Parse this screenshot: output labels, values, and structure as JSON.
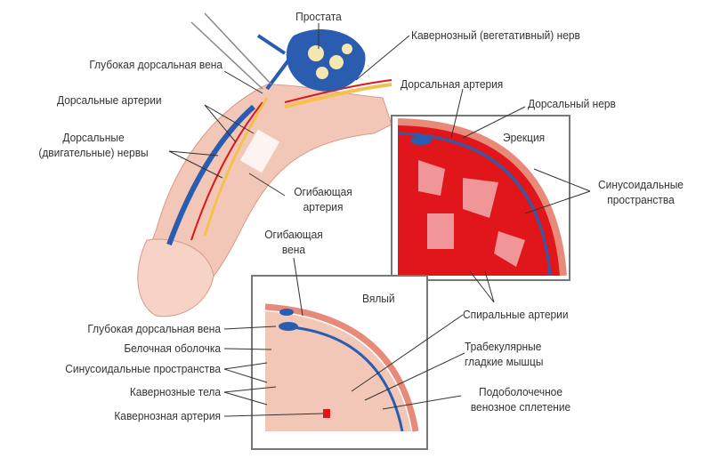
{
  "labels": {
    "prostate": "Простата",
    "cavernous_nerve": "Кавернозный (вегетативный) нерв",
    "deep_dorsal_vein_top": "Глубокая дорсальная вена",
    "dorsal_artery": "Дорсальная артерия",
    "dorsal_nerve": "Дорсальный нерв",
    "dorsal_arteries": "Дорсальные артерии",
    "erection": "Эрекция",
    "dorsal_nerves_1": "Дорсальные",
    "dorsal_nerves_2": "(двигательные) нервы",
    "sinusoid_top_1": "Синусоидальные",
    "sinusoid_top_2": "пространства",
    "circumflex_artery_1": "Огибающая",
    "circumflex_artery_2": "артерия",
    "circumflex_vein_1": "Огибающая",
    "circumflex_vein_2": "вена",
    "flaccid": "Вялый",
    "deep_dorsal_vein_bottom": "Глубокая дорсальная вена",
    "tunica": "Белочная оболочка",
    "sinusoid_bottom": "Синусоидальные пространства",
    "cavernous_bodies": "Кавернозные тела",
    "cavernous_artery": "Кавернозная артерия",
    "helicine_arteries": "Спиральные артерии",
    "trabecular_1": "Трабекулярные",
    "trabecular_2": "гладкие мышцы",
    "subtunical_1": "Подоболочечное",
    "subtunical_2": "венозное сплетение"
  },
  "colors": {
    "vein": "#2a5db0",
    "artery": "#e0161b",
    "nerve": "#f2c14e",
    "tissue": "#f3c7b8",
    "tunica": "#e88a7a"
  }
}
